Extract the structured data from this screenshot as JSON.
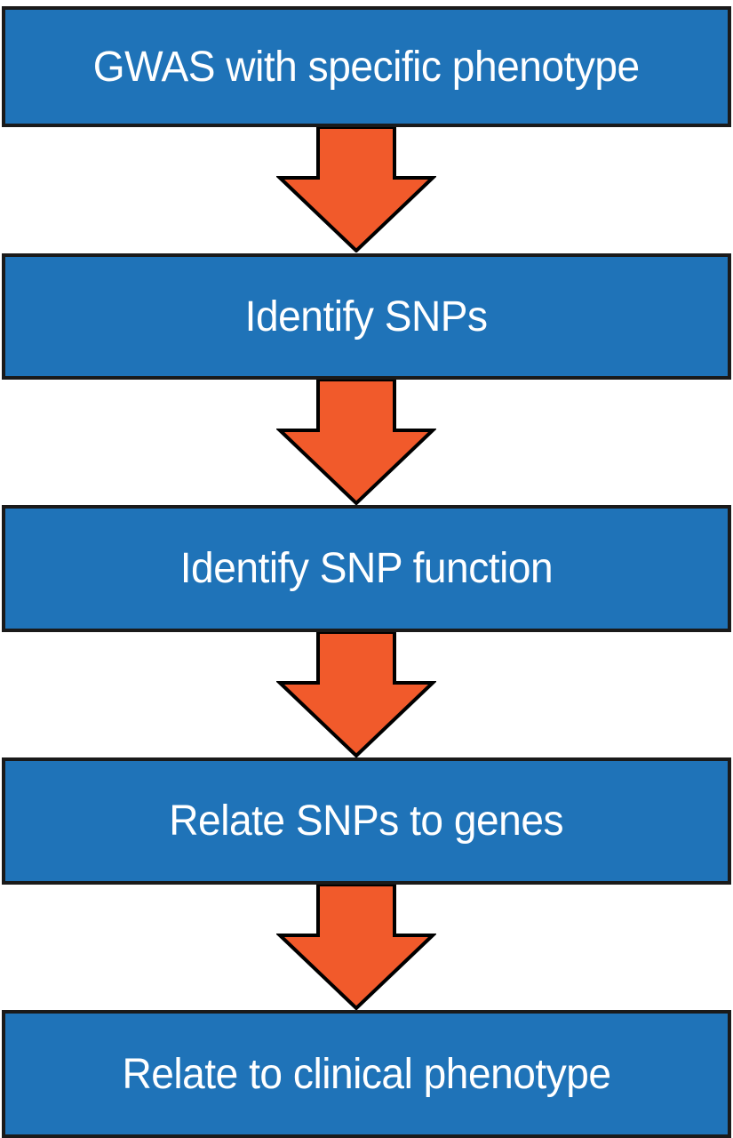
{
  "diagram": {
    "type": "flowchart",
    "direction": "top-down",
    "steps": [
      {
        "label": "GWAS with specific phenotype"
      },
      {
        "label": "Identify SNPs"
      },
      {
        "label": "Identify SNP function"
      },
      {
        "label": "Relate SNPs to genes"
      },
      {
        "label": "Relate to clinical phenotype"
      }
    ],
    "connector": {
      "icon": "down-arrow-icon",
      "style": "block-arrow"
    },
    "colors": {
      "box_fill": "#1F73B8",
      "box_border": "#1A1A1A",
      "arrow_fill": "#F15A2B",
      "arrow_outline": "#000000",
      "text": "#FFFFFF",
      "background": "#FFFFFF"
    }
  }
}
